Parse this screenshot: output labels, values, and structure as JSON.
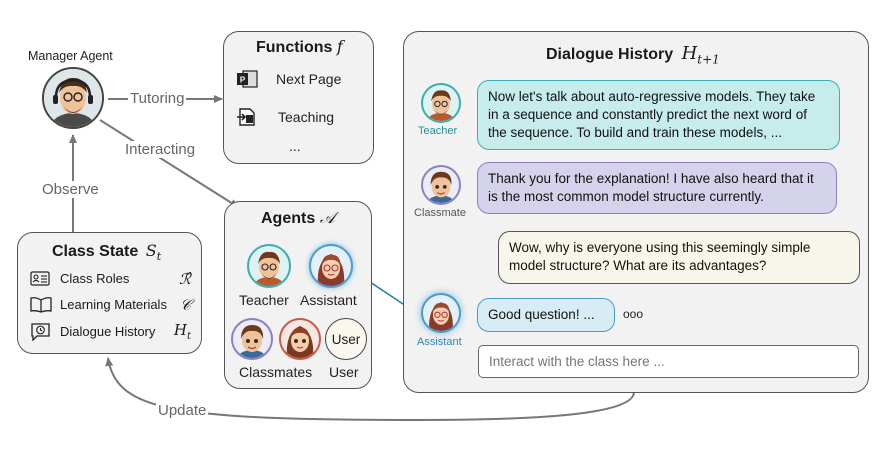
{
  "manager": {
    "label": "Manager Agent"
  },
  "edges": {
    "tutoring": "Tutoring",
    "interacting": "Interacting",
    "observe": "Observe",
    "update": "Update"
  },
  "functions": {
    "title": "Functions",
    "symbol": "f",
    "items": [
      {
        "label": "Next Page",
        "icon": "presentation-icon"
      },
      {
        "label": "Teaching",
        "icon": "teaching-icon"
      },
      {
        "label": "..."
      }
    ]
  },
  "agents": {
    "title": "Agents",
    "symbol": "𝒜",
    "teacher": "Teacher",
    "assistant": "Assistant",
    "classmates": "Classmates",
    "user": "User",
    "user_avatar": "User"
  },
  "class_state": {
    "title": "Class State",
    "symbol": "S",
    "symbol_sub": "t",
    "rows": [
      {
        "label": "Class Roles",
        "symbol": "ℛ̂",
        "icon": "id-card-icon"
      },
      {
        "label": "Learning Materials",
        "symbol": "𝒞",
        "icon": "book-icon"
      },
      {
        "label": "Dialogue History",
        "symbol": "H",
        "symbol_sub": "t",
        "icon": "chat-history-icon"
      }
    ]
  },
  "dialogue": {
    "title": "Dialogue History",
    "symbol": "H",
    "symbol_sub": "t+1",
    "messages": [
      {
        "speaker": "Teacher",
        "text": "Now let's talk about auto-regressive models. They take in a sequence and constantly predict the next word of the sequence. To build and train these models, ..."
      },
      {
        "speaker": "Classmate",
        "text": "Thank you for the explanation! I have also heard that it is the most common model structure currently."
      },
      {
        "speaker": "",
        "text": "Wow, why is everyone using this seemingly simple model structure? What are its advantages?"
      },
      {
        "speaker": "Assistant",
        "text": "Good question! ..."
      }
    ],
    "typing": "ooo",
    "input_placeholder": "Interact with the class here ..."
  },
  "colors": {
    "teacher_bubble": "#c6ecec",
    "teacher_border": "#3aaeb0",
    "classmate_bubble": "#d5d2ec",
    "classmate_border": "#8a82c4",
    "user_bubble": "#f8f6ea",
    "assistant_bubble": "#d8ecf6",
    "assistant_border": "#4a9ccc",
    "teacher_label": "#2a8f8f",
    "assistant_label": "#2a86bf"
  }
}
